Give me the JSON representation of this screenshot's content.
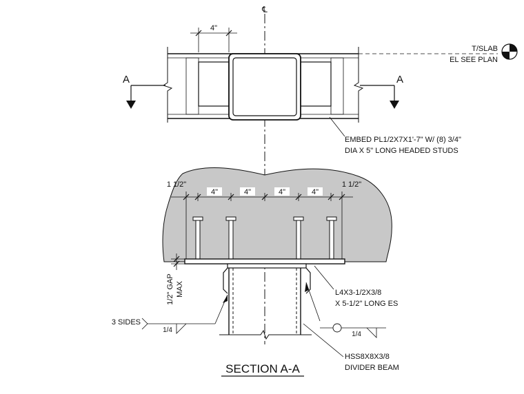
{
  "centerline_symbol": "℄",
  "elevation": {
    "line1": "T/SLAB",
    "line2": "EL SEE PLAN",
    "icon": "elevation-target-icon"
  },
  "section_marks": {
    "left": "A",
    "right": "A",
    "icon": "section-cut-arrow-icon"
  },
  "plan_dimension": "4\"",
  "embed_note": {
    "line1": "EMBED PL1/2X7X1'-7\" W/ (8) 3/4\"",
    "line2": "DIA X 5\" LONG HEADED STUDS"
  },
  "stud_dimensions": [
    "1 1/2\"",
    "4\"",
    "4\"",
    "4\"",
    "4\"",
    "1 1/2\""
  ],
  "gap_note": {
    "line1": "1/2\" GAP",
    "line2": "MAX"
  },
  "angle_note": {
    "line1": "L4X3-1/2X3/8",
    "line2": "X 5-1/2\" LONG ES"
  },
  "weld_left": {
    "size": "1/4",
    "note": "3 SIDES"
  },
  "weld_right": {
    "size": "1/4"
  },
  "beam_note": {
    "line1": "HSS8X8X3/8",
    "line2": "DIVIDER BEAM"
  },
  "section_title": "SECTION A-A",
  "colors": {
    "line": "#111111",
    "concrete_fill": "#c8c8c8",
    "background": "#ffffff"
  }
}
